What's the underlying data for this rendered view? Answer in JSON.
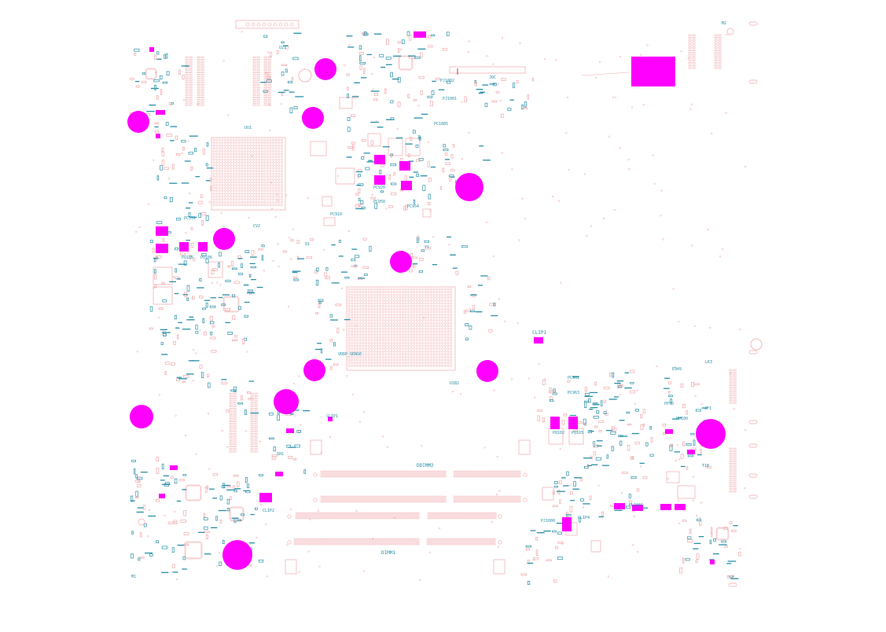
{
  "colors": {
    "background": "#ffffff",
    "silkscreen": "#2a8fa8",
    "copper_outline": "#f0a8ac",
    "mounting_hole": "#ff00ff",
    "marker_pad": "#ff00ff"
  },
  "labels": {
    "u1": "UU1",
    "u2": "U1B2",
    "clip1": "CLIP1",
    "clip2": "CLIP2",
    "clip_center": "CLIP1",
    "clip3": "CLIP4",
    "dimm2": "DDIMM2",
    "dimm1": "DIMM1",
    "vddp_sense": "VDDP_SENSE",
    "pc1885": "PC1885",
    "pc950": "PC950",
    "pc954": "PC954",
    "pc962": "PC962",
    "pc963": "PC963",
    "pc531": "PC531",
    "pq105": "PQ105",
    "pq106": "PQ106",
    "pq102": "PQ102",
    "pq103": "PQ103",
    "pj1000": "PJ1000",
    "pj1001": "PJ1001",
    "pj1002": "PJ1002",
    "pl1001": "PL1001",
    "pu100": "PU100",
    "lk3": "LK3",
    "jf1": "JF1",
    "u21": "U21",
    "q1": "Q1",
    "q2": "Q2",
    "m1": "M1",
    "m2": "M2",
    "e949": "E949",
    "ppsd": "PPSD",
    "sh1": "SH1",
    "t1b": "T1B",
    "y1": "Y1",
    "cv2": "CV2",
    "jdc": "JDC",
    "pc910": "PC910",
    "pc920": "PC920"
  }
}
